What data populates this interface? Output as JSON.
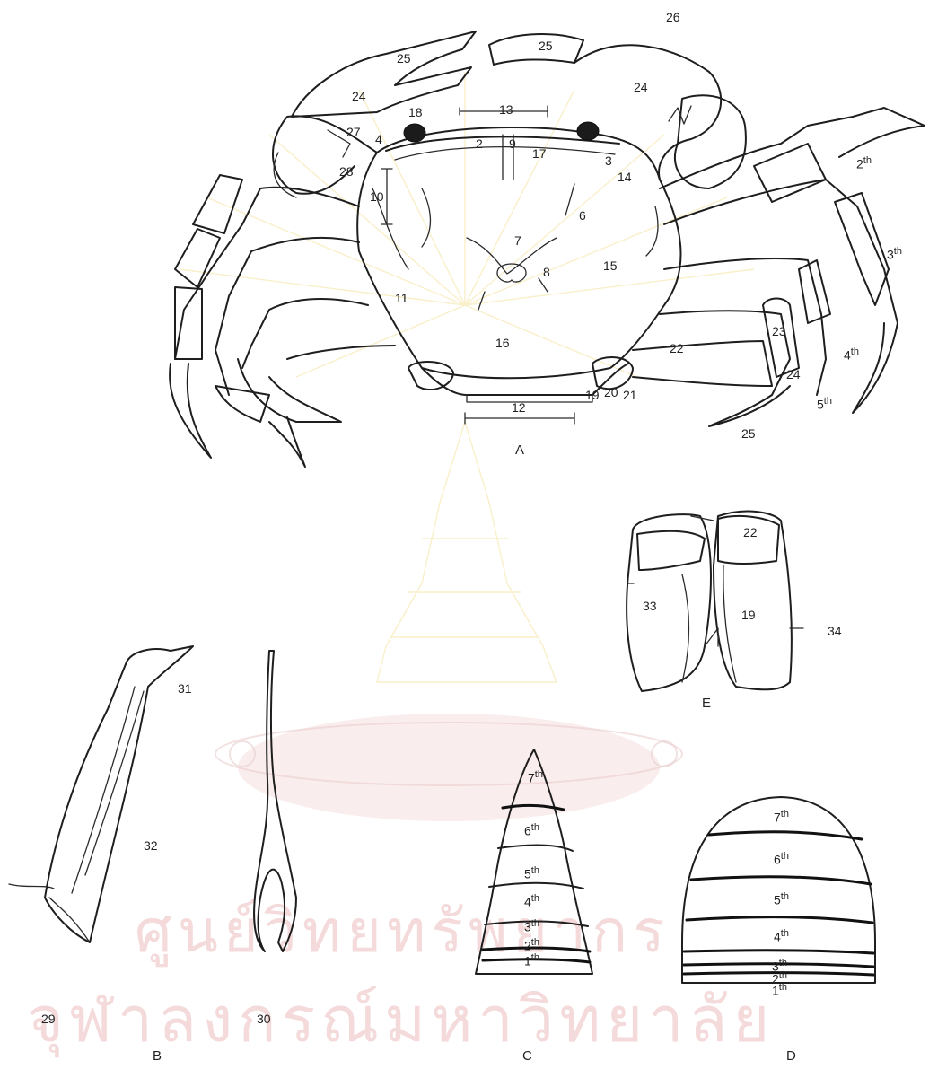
{
  "watermark": {
    "line1": "ศูนย์วิทยทรัพยากร",
    "line2": "จุฬาลงกรณ์มหาวิทยาลัย",
    "emblem": "university-emblem"
  },
  "figures": {
    "A": {
      "caption": "A",
      "labels": [
        "26",
        "25",
        "25",
        "24",
        "24",
        "18",
        "13",
        "27",
        "4",
        "2",
        "9",
        "17",
        "3",
        "14",
        "28",
        "10",
        "6",
        "7",
        "15",
        "8",
        "11",
        "16",
        "22",
        "23",
        "24",
        "19",
        "20",
        "21",
        "12",
        "25"
      ],
      "legs": [
        {
          "num": "2",
          "suffix": "th"
        },
        {
          "num": "3",
          "suffix": "th"
        },
        {
          "num": "4",
          "suffix": "th"
        },
        {
          "num": "5",
          "suffix": "th"
        }
      ]
    },
    "E": {
      "caption": "E",
      "labels": [
        "22",
        "33",
        "19",
        "34"
      ]
    },
    "B": {
      "caption": "B",
      "labels": [
        "31",
        "32",
        "29",
        "30"
      ]
    },
    "C": {
      "caption": "C",
      "segments": [
        {
          "num": "7",
          "suffix": "th"
        },
        {
          "num": "6",
          "suffix": "th"
        },
        {
          "num": "5",
          "suffix": "th"
        },
        {
          "num": "4",
          "suffix": "th"
        },
        {
          "num": "3",
          "suffix": "th"
        },
        {
          "num": "2",
          "suffix": "th"
        },
        {
          "num": "1",
          "suffix": "th"
        }
      ]
    },
    "D": {
      "caption": "D",
      "segments": [
        {
          "num": "7",
          "suffix": "th"
        },
        {
          "num": "6",
          "suffix": "th"
        },
        {
          "num": "5",
          "suffix": "th"
        },
        {
          "num": "4",
          "suffix": "th"
        },
        {
          "num": "3",
          "suffix": "th"
        },
        {
          "num": "2",
          "suffix": "th"
        },
        {
          "num": "1",
          "suffix": "th"
        }
      ]
    }
  }
}
